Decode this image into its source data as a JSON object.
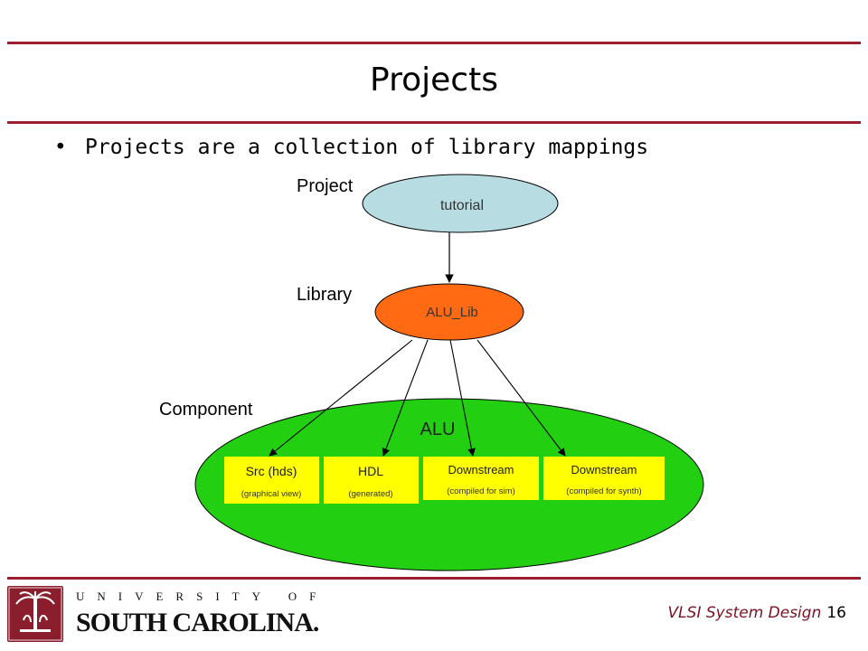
{
  "slide": {
    "title": "Projects",
    "bullet": "Projects are a collection of library mappings",
    "bullet_mark": "•"
  },
  "diagram": {
    "labels": {
      "project": "Project",
      "library": "Library",
      "component": "Component"
    },
    "project_node": {
      "label": "tutorial",
      "color": "#b7dde3"
    },
    "library_node": {
      "label": "ALU_Lib",
      "color": "#ff6a13"
    },
    "component_node": {
      "label": "ALU",
      "color": "#22d011"
    },
    "boxes": [
      {
        "title": "Src (hds)",
        "subtitle": "(graphical view)"
      },
      {
        "title": "HDL",
        "subtitle": "(generated)"
      },
      {
        "title": "Downstream",
        "subtitle": "(compiled for sim)"
      },
      {
        "title": "Downstream",
        "subtitle": "(compiled for synth)"
      }
    ],
    "box_color": "#ffff00"
  },
  "footer": {
    "logo_line1": "UNIVERSITY OF",
    "logo_line2": "SOUTH CAROLINA.",
    "course": "VLSI System Design",
    "page_number": "16"
  },
  "colors": {
    "accent": "#9e1b32"
  }
}
